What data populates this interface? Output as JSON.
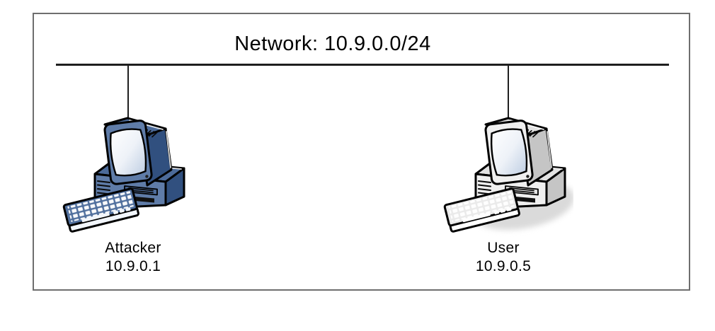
{
  "diagram": {
    "title": "Network: 10.9.0.0/24",
    "nodes": [
      {
        "label": "Attacker",
        "ip": "10.9.0.1",
        "icon": "desktop-computer-icon",
        "palette": {
          "front": "#5F7CA8",
          "mid": "#4C6B9A",
          "dark": "#31507F",
          "kb": "#51709E",
          "key": "#F2F6FC",
          "shadow": "none"
        }
      },
      {
        "label": "User",
        "ip": "10.9.0.5",
        "icon": "desktop-computer-icon",
        "palette": {
          "front": "#EFEFEF",
          "mid": "#E2E2E2",
          "dark": "#C5C5C5",
          "kb": "#EAEAEA",
          "key": "#FEFEFE",
          "shadow": "#DADADA"
        }
      }
    ],
    "colors": {
      "background": "#FFFFFF",
      "border": "#6E6E6E",
      "line": "#1F1F1F",
      "outline": "#000000",
      "text": "#000000"
    }
  }
}
